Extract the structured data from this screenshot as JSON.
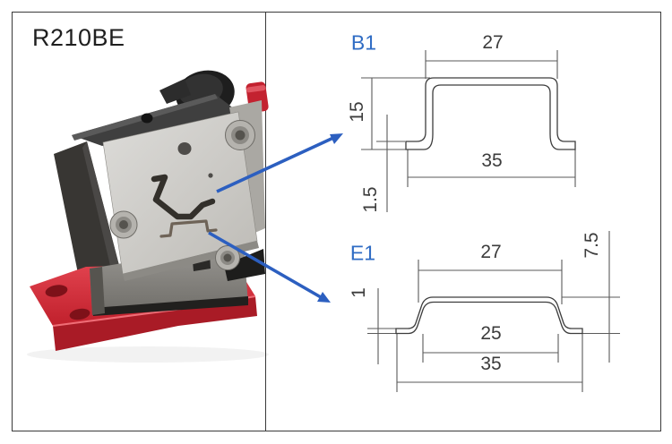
{
  "product": {
    "model": "R210BE"
  },
  "diagrams": {
    "b1": {
      "label": "B1",
      "top_width": "27",
      "height": "15",
      "bottom_width": "35",
      "thickness": "1.5"
    },
    "e1": {
      "label": "E1",
      "top_width": "27",
      "height": "7.5",
      "thickness": "1",
      "inner_width": "25",
      "bottom_width": "35"
    }
  },
  "colors": {
    "accent_blue": "#2f6cc4",
    "arrow_blue": "#2c5fc0",
    "base_red": "#c8242f",
    "drawing_line": "#4a4a4a",
    "text_dark": "#1f1f1f"
  }
}
